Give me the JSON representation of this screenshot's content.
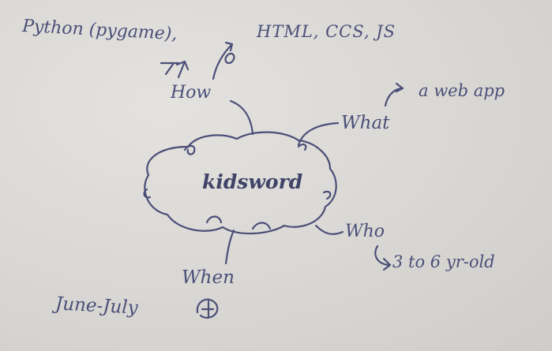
{
  "center": "kidsword",
  "branches": {
    "how": {
      "label": "How",
      "answers": [
        "Python (pygame),",
        "HTML, CCS, JS"
      ]
    },
    "what": {
      "label": "What",
      "answer": "a web app"
    },
    "who": {
      "label": "Who",
      "answer": "3 to 6 yr-old"
    },
    "when": {
      "label": "When",
      "answer": "June-July"
    }
  },
  "colors": {
    "ink": "#4a4f78",
    "paper": "#dcdad8"
  }
}
